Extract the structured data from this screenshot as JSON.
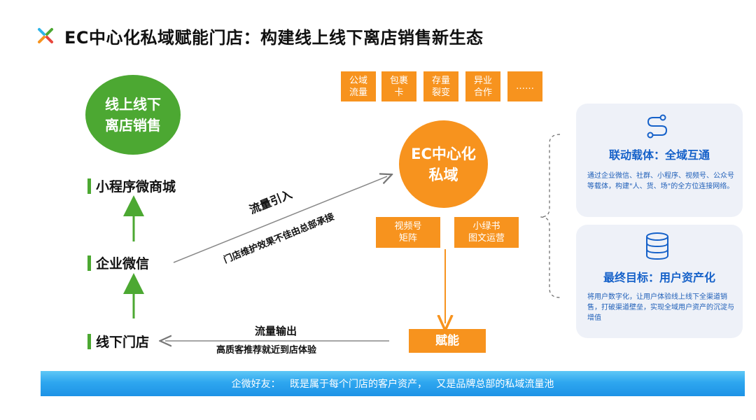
{
  "title": "EC中心化私域赋能门店：构建线上线下离店销售新生态",
  "colors": {
    "green": "#4ca832",
    "orange": "#f7931e",
    "blue": "#1561c9",
    "bar": "#2ea6ef"
  },
  "left": {
    "circle": "线上线下\n离店销售",
    "steps": [
      "小程序微商城",
      "企业微信",
      "线下门店"
    ]
  },
  "top_boxes": [
    "公域\n流量",
    "包裹\n卡",
    "存量\n裂变",
    "异业\n合作",
    "……"
  ],
  "center": {
    "circle": "EC中心化\n私域",
    "sub_boxes": [
      "视频号\n矩阵",
      "小绿书\n图文运营"
    ],
    "empower": "赋能"
  },
  "flows": {
    "in_title": "流量引入",
    "in_desc": "门店维护效果不佳由总部承接",
    "out_title": "流量输出",
    "out_desc": "高质客推荐就近到店体验"
  },
  "panels": [
    {
      "icon": "route-icon",
      "title": "联动载体：全域互通",
      "desc": "通过企业微信、社群、小程序、视频号、公众号等载体，构建\"人、货、场\"的全方位连接网络。"
    },
    {
      "icon": "database-icon",
      "title": "最终目标：用户资产化",
      "desc": "将用户数字化，让用户体验线上线下全渠道销售，打破渠道壁垒，实现全域用户资产的沉淀与增值"
    }
  ],
  "bottom_banner": "企微好友：   既是属于每个门店的客户资产，   又是品牌总部的私域流量池"
}
